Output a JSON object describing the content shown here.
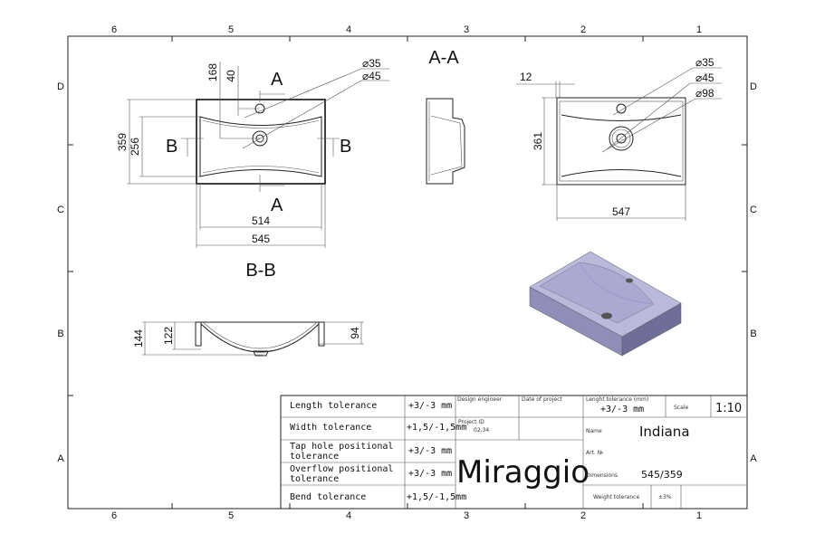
{
  "zones": {
    "columns": [
      "6",
      "5",
      "4",
      "3",
      "2",
      "1"
    ],
    "rows": [
      "D",
      "C",
      "B",
      "A"
    ]
  },
  "views": {
    "section_aa_label": "A-A",
    "section_bb_label": "B-B",
    "cut_a": "A",
    "cut_b": "B"
  },
  "top_view": {
    "dims": {
      "d168": "168",
      "d40": "40",
      "d359": "359",
      "d256": "256",
      "d514": "514",
      "d545": "545",
      "dia35": "⌀35",
      "dia45": "⌀45"
    }
  },
  "right_view": {
    "dims": {
      "d12": "12",
      "d361": "361",
      "d547": "547",
      "dia35": "⌀35",
      "dia45": "⌀45",
      "dia98": "⌀98"
    }
  },
  "section_bb": {
    "dims": {
      "d144": "144",
      "d122": "122",
      "d94": "94"
    }
  },
  "title_block": {
    "tolerances": [
      {
        "label": "Length tolerance",
        "value": "+3/-3 mm"
      },
      {
        "label": "Width tolerance",
        "value": "+1,5/-1,5mm"
      },
      {
        "label": "Tap hole positional",
        "label2": "tolerance",
        "value": "+3/-3 mm"
      },
      {
        "label": "Overflow positional",
        "label2": "tolerance",
        "value": "+3/-3 mm"
      },
      {
        "label": "Bend tolerance",
        "value": "+1,5/-1,5mm"
      }
    ],
    "design_engineer_label": "Design engineer",
    "date_label": "Date of project",
    "project_id_label": "Project ID",
    "project_id": "02.34",
    "brand": "Miraggio",
    "length_tol_label": "Lenght tolerance (mm)",
    "length_tol": "+3/-3 mm",
    "scale_label": "Scale",
    "scale": "1:10",
    "name_label": "Name",
    "name": "Indiana",
    "art_label": "Art. №",
    "dimensions_label": "Dimensions",
    "dimensions": "545/359",
    "weight_tol_label": "Weight tolerance",
    "weight_tol": "±3%"
  },
  "colors": {
    "iso_top": "#b9b9dc",
    "iso_front": "#8e8eb8",
    "iso_side": "#6e6e98",
    "iso_bowl": "#a9a9d2"
  }
}
